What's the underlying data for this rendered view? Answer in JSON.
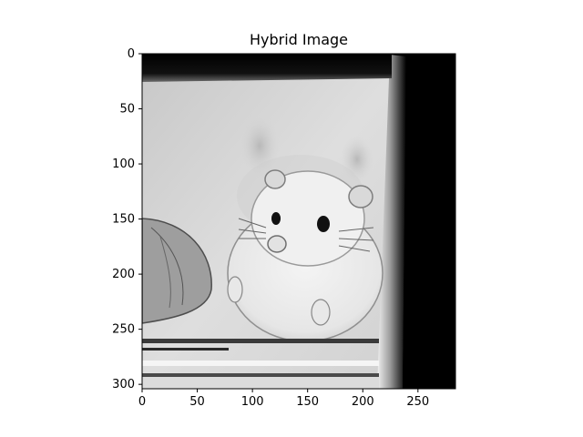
{
  "chart_data": {
    "type": "image",
    "title": "Hybrid Image",
    "colormap": "grayscale",
    "xlim": [
      0,
      284
    ],
    "ylim": [
      304,
      0
    ],
    "xticks": [
      0,
      50,
      100,
      150,
      200,
      250
    ],
    "yticks": [
      0,
      50,
      100,
      150,
      200,
      250,
      300
    ],
    "xtick_labels": [
      "0",
      "50",
      "100",
      "150",
      "200",
      "250"
    ],
    "ytick_labels": [
      "0",
      "50",
      "100",
      "150",
      "200",
      "250",
      "300"
    ],
    "grid": false,
    "legend": "none"
  }
}
